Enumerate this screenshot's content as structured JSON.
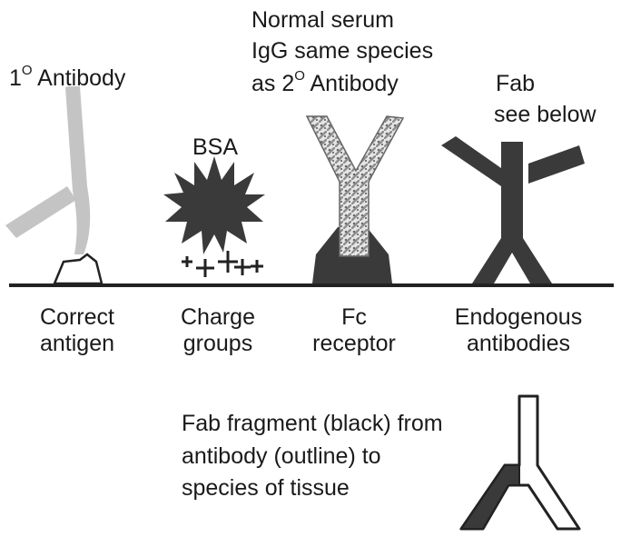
{
  "labels": {
    "primary_antibody": {
      "prefix": "1",
      "sup": "O",
      "suffix": " Antibody"
    },
    "bsa": "BSA",
    "normal_serum": {
      "line1": "Normal serum",
      "line2": "IgG same species",
      "line3_prefix": "as 2",
      "line3_sup": "O",
      "line3_suffix": " Antibody"
    },
    "fab": {
      "line1": "Fab",
      "line2": "see below"
    },
    "charge_signs": "+ + + + +"
  },
  "bottom_labels": [
    {
      "line1": "Correct",
      "line2": "antigen"
    },
    {
      "line1": "Charge",
      "line2": "groups"
    },
    {
      "line1": "Fc",
      "line2": "receptor"
    },
    {
      "line1": "Endogenous",
      "line2": "antibodies"
    }
  ],
  "fab_note": {
    "line1": "Fab fragment (black) from",
    "line2": "antibody (outline) to",
    "line3": "species of tissue"
  },
  "colors": {
    "primary_antibody": "#c4c4c4",
    "dark": "#3a3a3a",
    "line": "#222222",
    "hatch": "#9a9a9a"
  },
  "icons": {
    "primary_antibody": "y-shaped-antibody-icon",
    "antigen": "antigen-blob-icon",
    "bsa": "starburst-icon",
    "serum_igg": "hatched-antibody-icon",
    "fc_receptor": "receptor-icon",
    "endogenous": "dark-antibody-icon",
    "fab": "fab-fragment-icon"
  }
}
